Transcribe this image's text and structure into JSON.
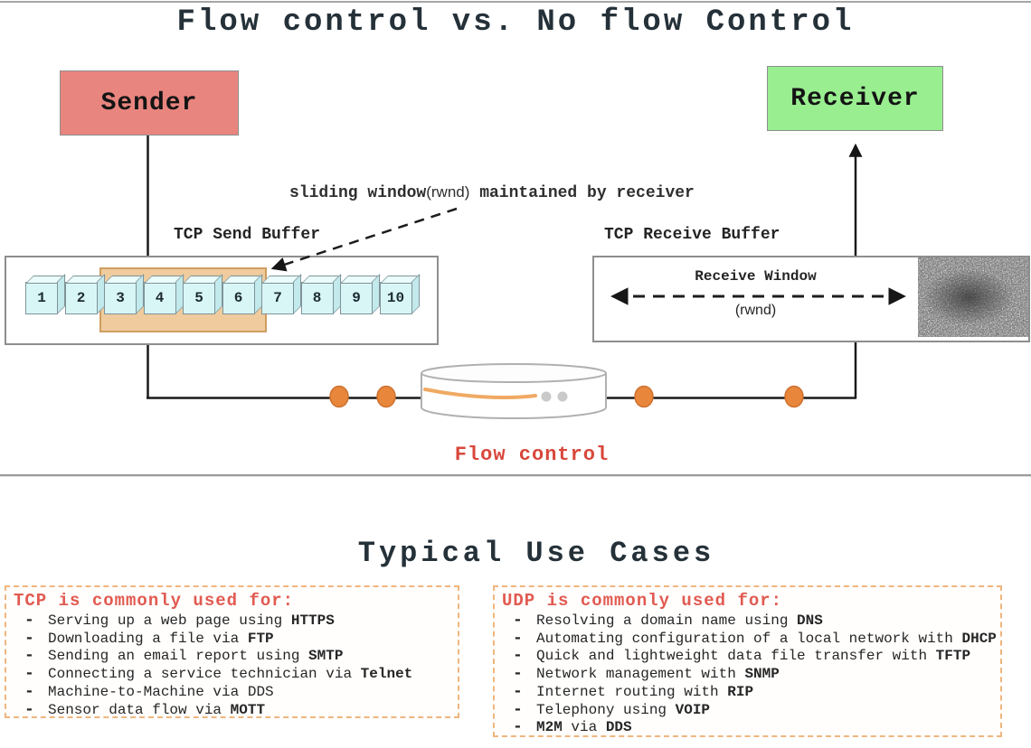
{
  "title": "Flow control vs. No flow Control",
  "colors": {
    "ink": "#253139",
    "sender": "#e9857f",
    "receiver": "#99ee90",
    "window": "#efcb9d",
    "windowborder": "#cf9d60",
    "cube": "#d9f6f7",
    "packet": "#e8863c",
    "flowred": "#d8473b",
    "headerred": "#e15a50",
    "dashborder": "#f0b67f"
  },
  "diagram": {
    "sender_label": "Sender",
    "receiver_label": "Receiver",
    "annotation": {
      "pre": "sliding window",
      "rwnd": "(rwnd)",
      "post": " maintained by receiver"
    },
    "send_buffer": {
      "label": "TCP Send Buffer",
      "segments": [
        "1",
        "2",
        "3",
        "4",
        "5",
        "6",
        "7",
        "8",
        "9",
        "10"
      ],
      "window_start": 3,
      "window_end": 6
    },
    "receive_buffer": {
      "label": "TCP Receive Buffer",
      "window_label": "Receive Window",
      "window_sub": "(rwnd)"
    },
    "flow_control_label": "Flow control"
  },
  "use_cases": {
    "title": "Typical Use Cases",
    "bullet": "-",
    "tcp": {
      "header": "TCP is commonly used for:",
      "items": [
        [
          {
            "t": "Serving up a web page using ",
            "b": false
          },
          {
            "t": "HTTPS",
            "b": true
          }
        ],
        [
          {
            "t": "Downloading a file via ",
            "b": false
          },
          {
            "t": "FTP",
            "b": true
          }
        ],
        [
          {
            "t": "Sending an email report using ",
            "b": false
          },
          {
            "t": "SMTP",
            "b": true
          }
        ],
        [
          {
            "t": "Connecting a service technician via ",
            "b": false
          },
          {
            "t": "Telnet",
            "b": true
          }
        ],
        [
          {
            "t": "Machine-to-Machine via DDS",
            "b": false
          }
        ],
        [
          {
            "t": "Sensor data flow via ",
            "b": false
          },
          {
            "t": "MOTT",
            "b": true
          }
        ]
      ]
    },
    "udp": {
      "header": "UDP is commonly used for:",
      "items": [
        [
          {
            "t": "Resolving a domain name using ",
            "b": false
          },
          {
            "t": "DNS",
            "b": true
          }
        ],
        [
          {
            "t": "Automating configuration of a local network with ",
            "b": false
          },
          {
            "t": "DHCP",
            "b": true
          }
        ],
        [
          {
            "t": "Quick and lightweight data file transfer with ",
            "b": false
          },
          {
            "t": "TFTP",
            "b": true
          }
        ],
        [
          {
            "t": "Network management with ",
            "b": false
          },
          {
            "t": "SNMP",
            "b": true
          }
        ],
        [
          {
            "t": "Internet routing with ",
            "b": false
          },
          {
            "t": "RIP",
            "b": true
          }
        ],
        [
          {
            "t": "Telephony using ",
            "b": false
          },
          {
            "t": "VOIP",
            "b": true
          }
        ],
        [
          {
            "t": "M2M",
            "b": true
          },
          {
            "t": " via ",
            "b": false
          },
          {
            "t": "DDS",
            "b": true
          }
        ]
      ]
    }
  }
}
